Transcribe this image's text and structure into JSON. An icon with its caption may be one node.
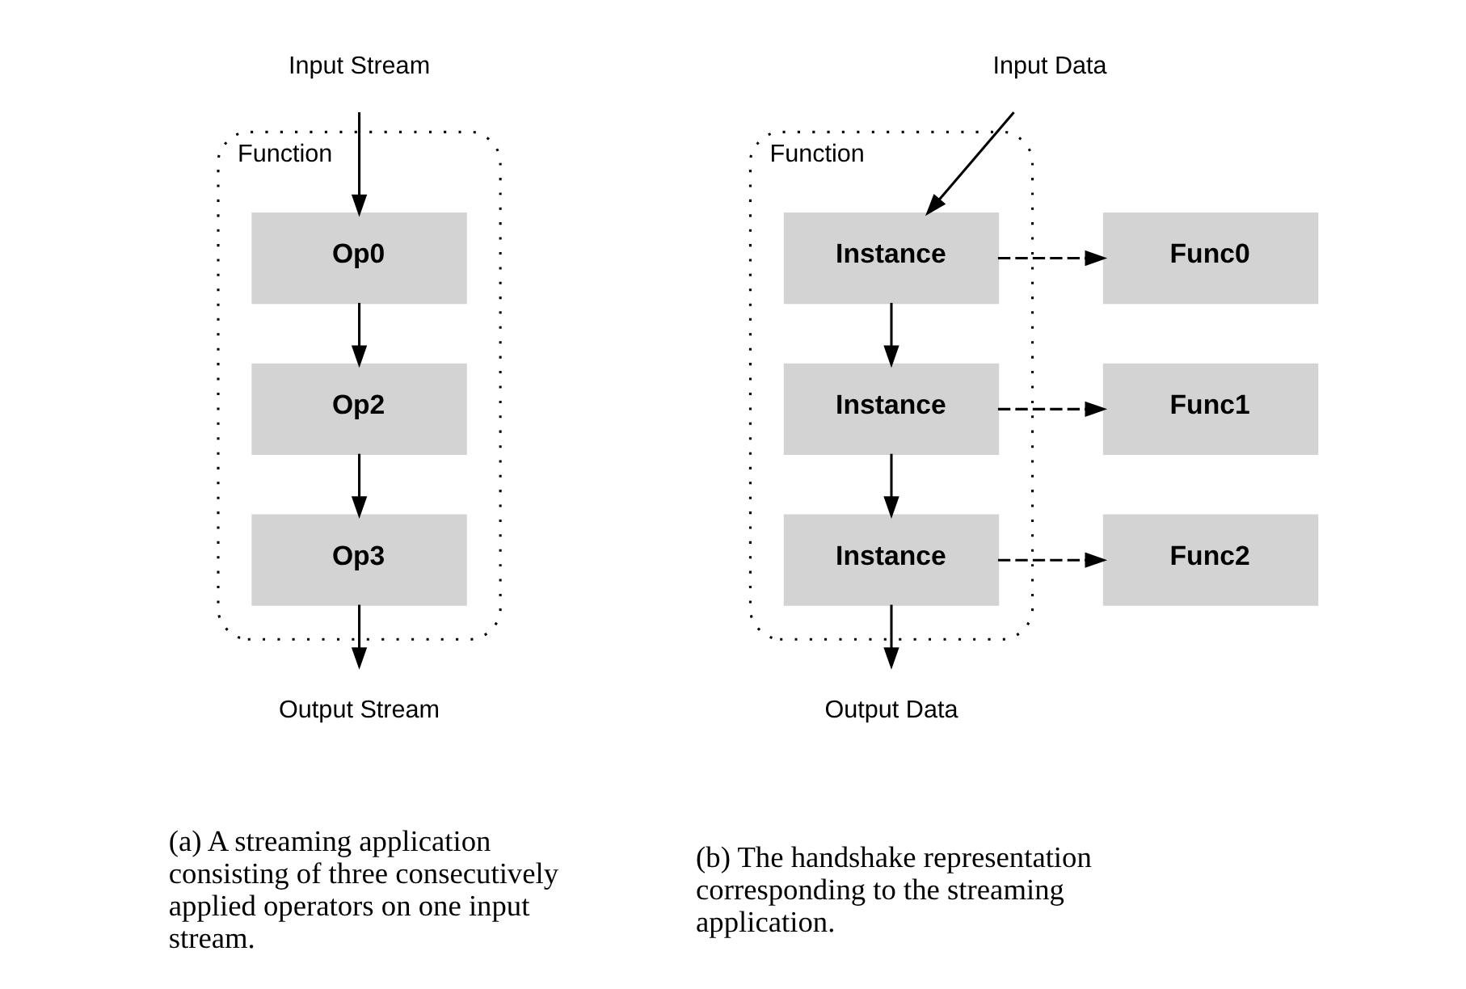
{
  "diagram": {
    "nodes": [
      {
        "text": [
          "Input Stream"
        ]
      },
      {
        "text": [
          "Function"
        ]
      },
      {
        "text": [
          "Op0"
        ],
        "in": 1
      },
      {
        "text": [
          "Op2"
        ],
        "in": 1
      },
      {
        "text": [
          "Op3"
        ],
        "in": 1
      },
      {
        "text": [
          "Output Stream"
        ]
      },
      {
        "text": [
          "Input Data"
        ]
      },
      {
        "text": [
          "Function"
        ]
      },
      {
        "text": [
          "Instance"
        ],
        "in": 7
      },
      {
        "text": [
          "Instance"
        ],
        "in": 7
      },
      {
        "text": [
          "Instance"
        ],
        "in": 7
      },
      {
        "text": [
          "Func0"
        ]
      },
      {
        "text": [
          "Func1"
        ]
      },
      {
        "text": [
          "Func2"
        ]
      },
      {
        "text": [
          "Output Data"
        ]
      }
    ],
    "edges": [
      {
        "from": 0,
        "to": 2,
        "arrow": "to"
      },
      {
        "from": 2,
        "to": 3,
        "arrow": "to"
      },
      {
        "from": 3,
        "to": 4,
        "arrow": "to"
      },
      {
        "from": 4,
        "to": 5,
        "arrow": "to"
      },
      {
        "from": 6,
        "to": 8,
        "arrow": "to"
      },
      {
        "from": 8,
        "to": 9,
        "arrow": "to"
      },
      {
        "from": 9,
        "to": 10,
        "arrow": "to"
      },
      {
        "from": 10,
        "to": 14,
        "arrow": "to"
      },
      {
        "from": 8,
        "to": 11,
        "arrow": "to",
        "style": "dashed"
      },
      {
        "from": 9,
        "to": 12,
        "arrow": "to",
        "style": "dashed"
      },
      {
        "from": 10,
        "to": 13,
        "arrow": "to",
        "style": "dashed"
      }
    ],
    "labels": [
      "(a) A streaming application consisting of three consecutively applied operators on one input stream.",
      "(b) The handshake representation corresponding to the streaming application."
    ]
  }
}
